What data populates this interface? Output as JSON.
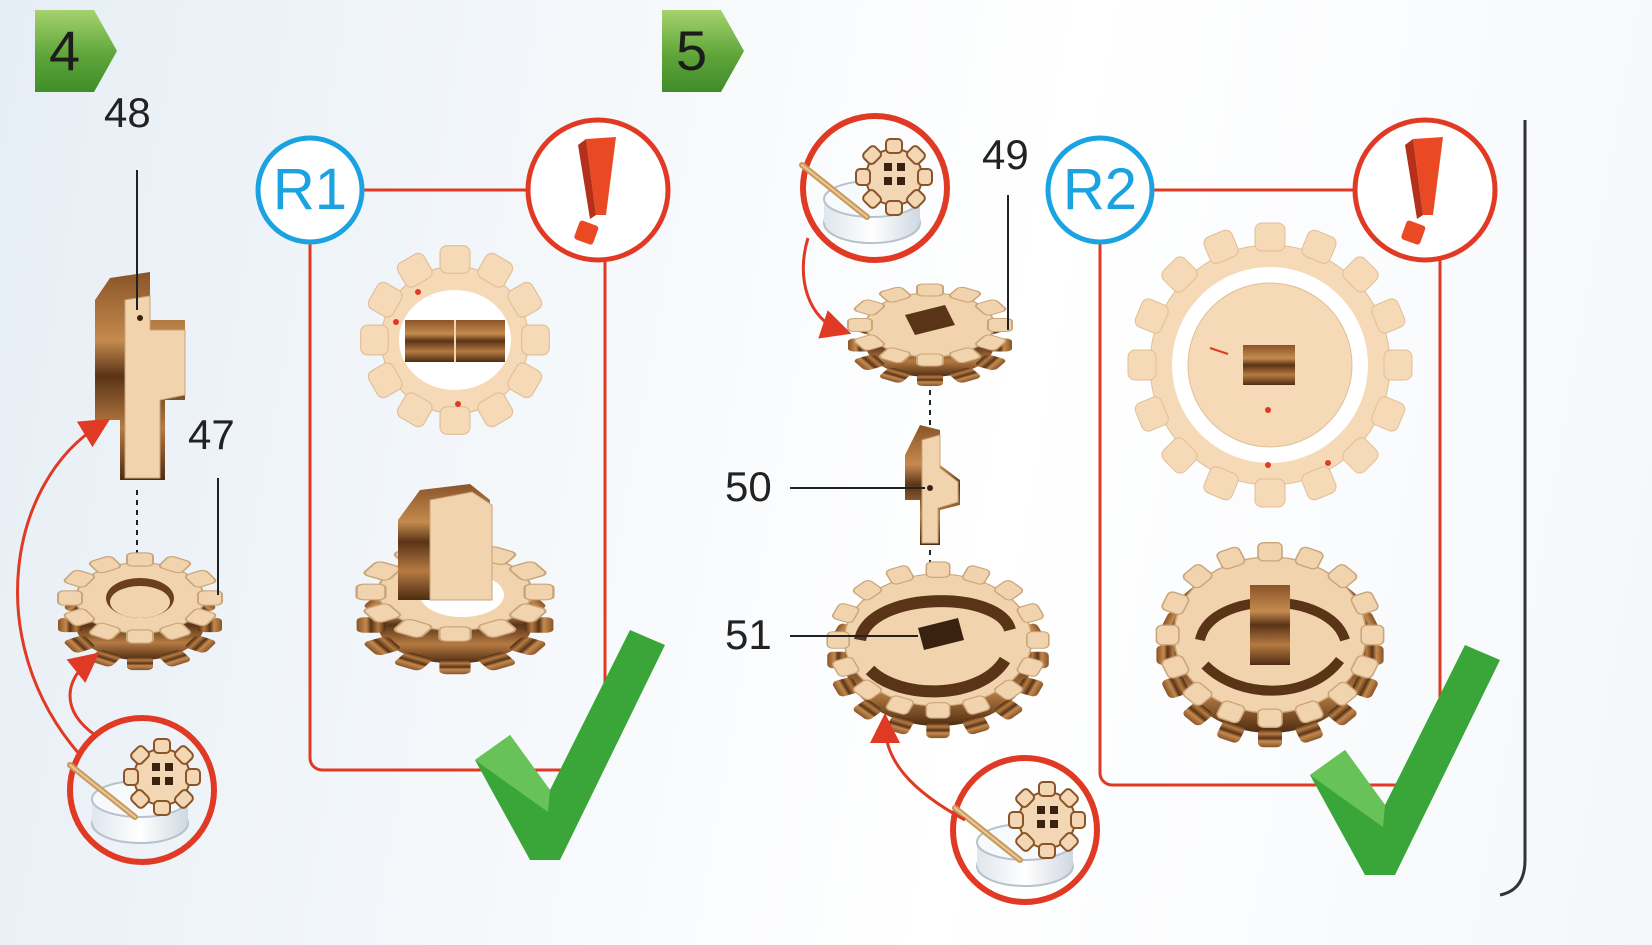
{
  "steps": [
    {
      "number": "4",
      "check_label": "R1",
      "part_numbers": [
        "48",
        "47"
      ]
    },
    {
      "number": "5",
      "check_label": "R2",
      "part_numbers": [
        "49",
        "50",
        "51"
      ]
    }
  ],
  "colors": {
    "badge_green": "#5fa53a",
    "frame_red": "#e03a24",
    "check_blue": "#1aa3e0",
    "ok_green": "#3aa63a",
    "wood_light": "#f3d6b3",
    "wood_dark": "#6b3f1c"
  },
  "icons": [
    "warning-exclamation-icon",
    "checkmark-icon",
    "glue-pot-icon",
    "assembly-arrow-icon"
  ]
}
